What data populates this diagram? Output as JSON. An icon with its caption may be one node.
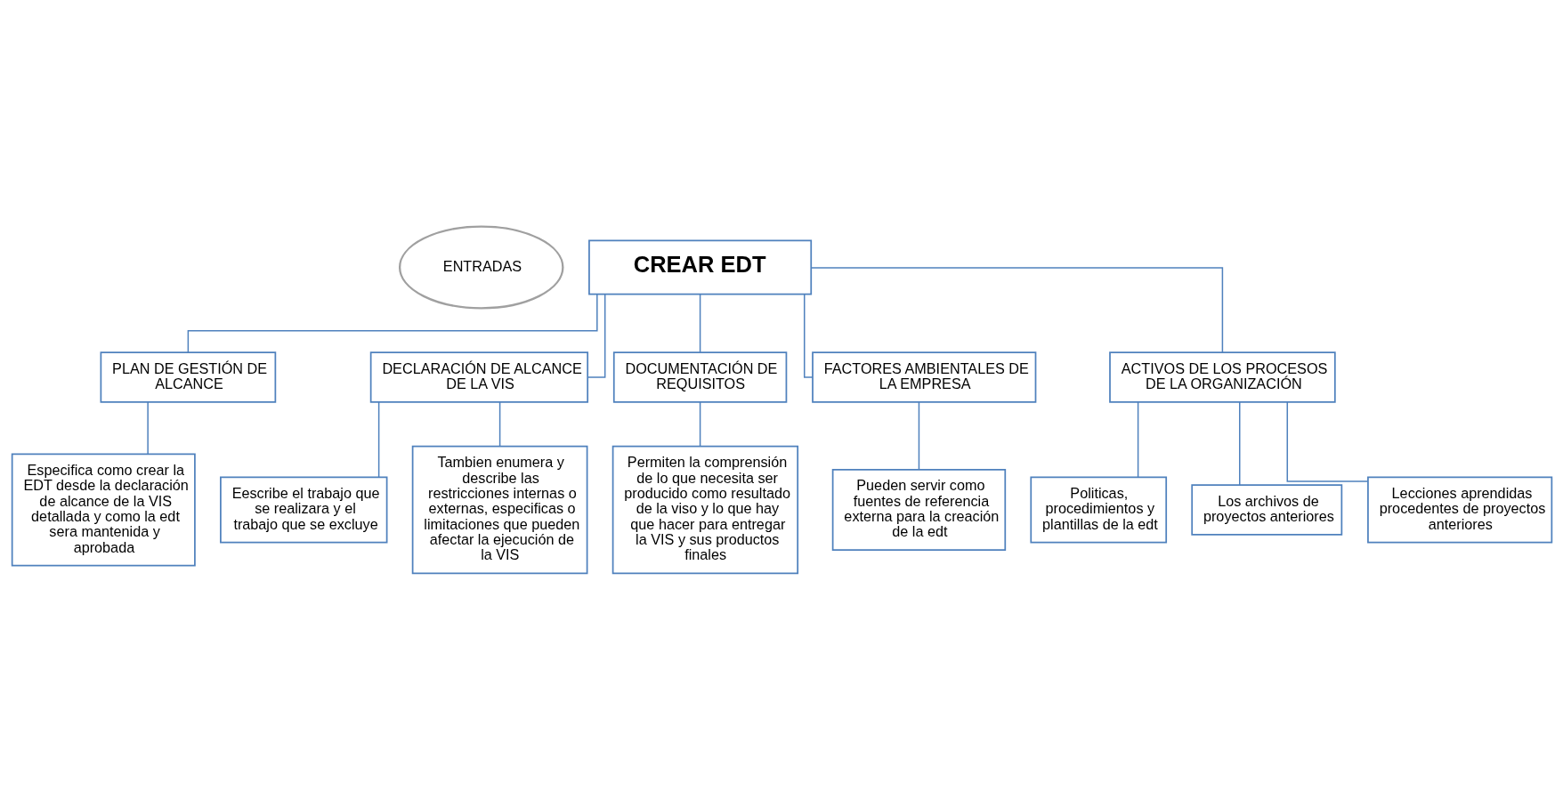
{
  "diagram": {
    "nodes": [
      {
        "text": [
          "ENTRADAS"
        ]
      },
      {
        "text": [
          "CREAR EDT"
        ]
      },
      {
        "text": [
          "PLAN DE GESTIÓN DE ALCANCE"
        ]
      },
      {
        "text": [
          "DECLARACIÓN DE ALCANCE DE LA VIS"
        ]
      },
      {
        "text": [
          "DOCUMENTACIÓN DE REQUISITOS"
        ]
      },
      {
        "text": [
          "FACTORES AMBIENTALES DE LA EMPRESA"
        ]
      },
      {
        "text": [
          "ACTIVOS DE LOS PROCESOS DE LA ORGANIZACIÓN"
        ]
      },
      {
        "text": [
          "Especifica como crear la EDT desde la declaración de alcance de la VIS detallada y como la edt sera mantenida y aprobada"
        ]
      },
      {
        "text": [
          "Eescribe el trabajo que se realizara y el trabajo que se excluye"
        ]
      },
      {
        "text": [
          "Tambien enumera y describe las restricciones internas o externas, especificas o limitaciones que pueden afectar la ejecución de la VIS"
        ]
      },
      {
        "text": [
          "Permiten la comprensión de lo que necesita ser producido como resultado de la viso y lo que hay que hacer para entregar la VIS y sus productos finales"
        ]
      },
      {
        "text": [
          "Pueden servir como fuentes de referencia externa para la creación de la edt"
        ]
      },
      {
        "text": [
          "Politicas, procedimientos y plantillas de la edt"
        ]
      },
      {
        "text": [
          "Los archivos de proyectos anteriores"
        ]
      },
      {
        "text": [
          "Lecciones aprendidas procedentes de proyectos anteriores"
        ]
      }
    ],
    "edges": [
      {
        "from": 1,
        "to": 2,
        "arrow": "none"
      },
      {
        "from": 1,
        "to": 3,
        "arrow": "none"
      },
      {
        "from": 1,
        "to": 4,
        "arrow": "none"
      },
      {
        "from": 1,
        "to": 5,
        "arrow": "none"
      },
      {
        "from": 1,
        "to": 6,
        "arrow": "none"
      },
      {
        "from": 2,
        "to": 7,
        "arrow": "none"
      },
      {
        "from": 3,
        "to": 8,
        "arrow": "none"
      },
      {
        "from": 3,
        "to": 9,
        "arrow": "none"
      },
      {
        "from": 4,
        "to": 10,
        "arrow": "none"
      },
      {
        "from": 5,
        "to": 11,
        "arrow": "none"
      },
      {
        "from": 6,
        "to": 12,
        "arrow": "none"
      },
      {
        "from": 6,
        "to": 13,
        "arrow": "none"
      },
      {
        "from": 6,
        "to": 14,
        "arrow": "none"
      }
    ]
  }
}
